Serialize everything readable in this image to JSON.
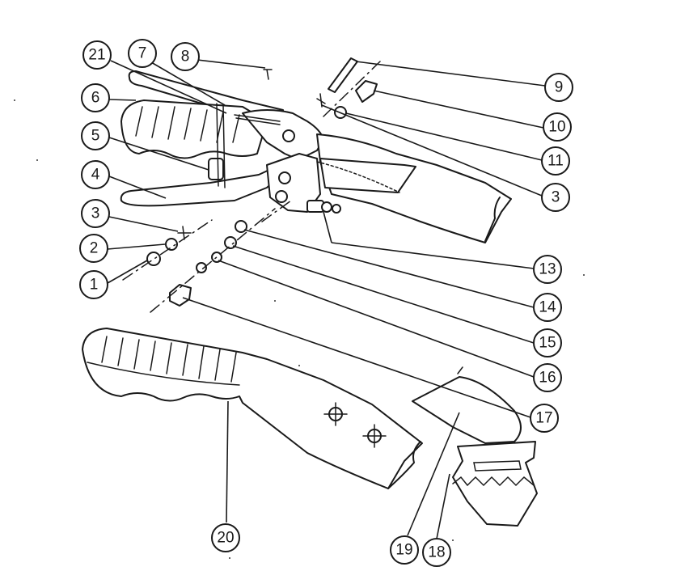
{
  "callouts": [
    {
      "label": "21"
    },
    {
      "label": "7"
    },
    {
      "label": "8"
    },
    {
      "label": "6"
    },
    {
      "label": "5"
    },
    {
      "label": "4"
    },
    {
      "label": "3"
    },
    {
      "label": "2"
    },
    {
      "label": "1"
    },
    {
      "label": "9"
    },
    {
      "label": "10"
    },
    {
      "label": "11"
    },
    {
      "label": "3"
    },
    {
      "label": "13"
    },
    {
      "label": "14"
    },
    {
      "label": "15"
    },
    {
      "label": "16"
    },
    {
      "label": "17"
    },
    {
      "label": "20"
    },
    {
      "label": "19"
    },
    {
      "label": "18"
    }
  ]
}
